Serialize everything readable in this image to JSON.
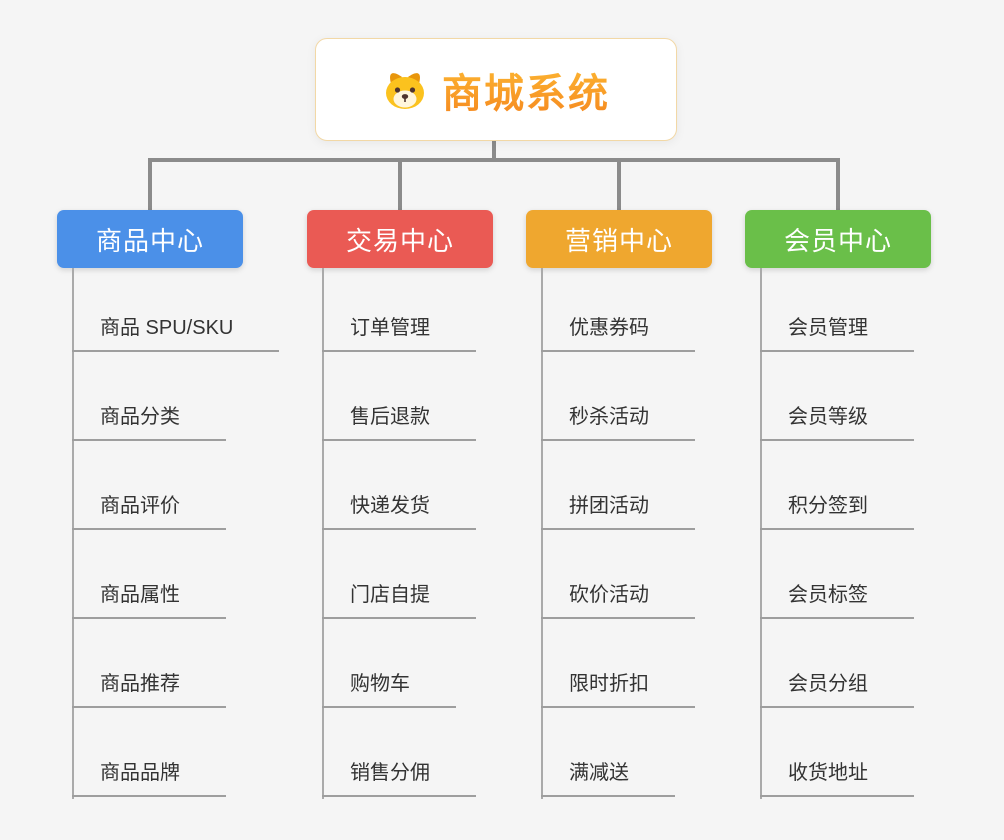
{
  "page": {
    "background": "#f5f5f5",
    "connector_color": "#8b8b8b"
  },
  "root": {
    "title": "商城系统",
    "icon": "dog-face-icon",
    "accent_color": "#f79b1d"
  },
  "branches": [
    {
      "label": "商品中心",
      "color": "#4b90e8",
      "children": [
        "商品 SPU/SKU",
        "商品分类",
        "商品评价",
        "商品属性",
        "商品推荐",
        "商品品牌"
      ]
    },
    {
      "label": "交易中心",
      "color": "#ea5a54",
      "children": [
        "订单管理",
        "售后退款",
        "快递发货",
        "门店自提",
        "购物车",
        "销售分佣"
      ]
    },
    {
      "label": "营销中心",
      "color": "#efa72f",
      "children": [
        "优惠券码",
        "秒杀活动",
        "拼团活动",
        "砍价活动",
        "限时折扣",
        "满减送"
      ]
    },
    {
      "label": "会员中心",
      "color": "#6abf49",
      "children": [
        "会员管理",
        "会员等级",
        "积分签到",
        "会员标签",
        "会员分组",
        "收货地址"
      ]
    }
  ]
}
